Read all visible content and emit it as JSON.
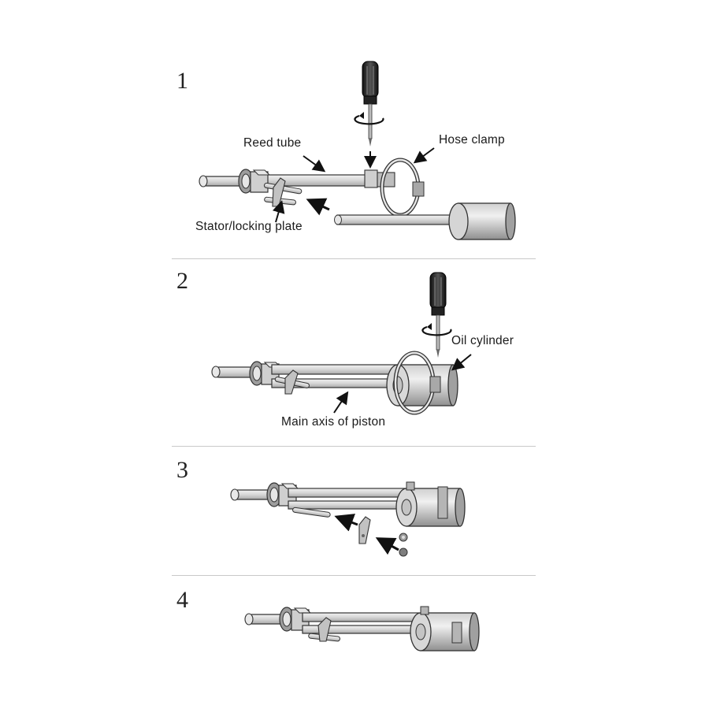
{
  "steps": [
    {
      "number": "1",
      "labels": {
        "reed_tube": "Reed tube",
        "hose_clamp": "Hose clamp",
        "stator_plate": "Stator/locking plate"
      }
    },
    {
      "number": "2",
      "labels": {
        "oil_cylinder": "Oil cylinder",
        "piston_axis": "Main axis of piston"
      }
    },
    {
      "number": "3"
    },
    {
      "number": "4"
    }
  ],
  "colors": {
    "metal_light": "#e4e4e4",
    "metal_mid": "#b9b9b9",
    "metal_dark": "#8a8a8a",
    "ink": "#1a1a1a",
    "divider": "#c9c9c9"
  },
  "icons": [
    "screwdriver-icon",
    "rotation-arrow-icon",
    "pointer-arrow-icon",
    "nut-icon",
    "washer-icon"
  ]
}
